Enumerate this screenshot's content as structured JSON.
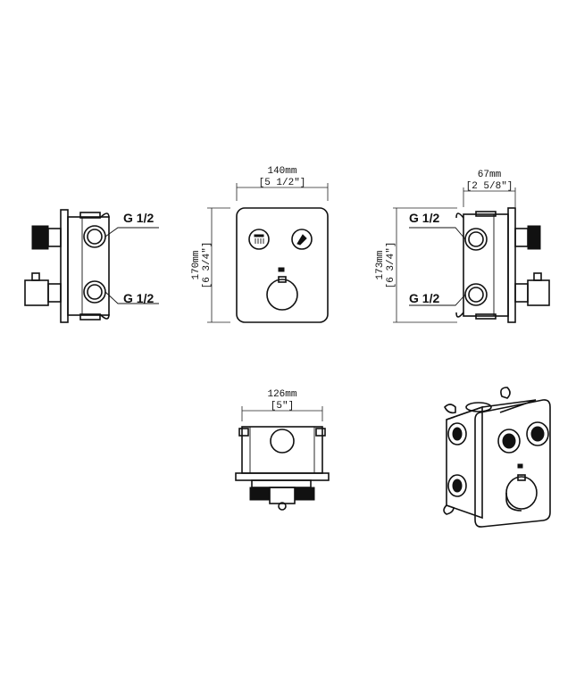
{
  "labels": {
    "thread": "G 1/2"
  },
  "front_view": {
    "width_mm": "140mm",
    "width_in": "[5 1/2\"]",
    "height_mm": "170mm",
    "height_in": "[6 3/4\"]"
  },
  "side_view": {
    "depth_mm": "67mm",
    "depth_in": "[2 5/8\"]",
    "height_mm": "173mm",
    "height_in": "[6 3/4\"]"
  },
  "top_view": {
    "width_mm": "126mm",
    "width_in": "[5\"]"
  },
  "icons": [
    "overhead-shower-icon",
    "hand-shower-icon",
    "temperature-icon"
  ],
  "colors": {
    "line": "#111111",
    "background": "#ffffff"
  }
}
